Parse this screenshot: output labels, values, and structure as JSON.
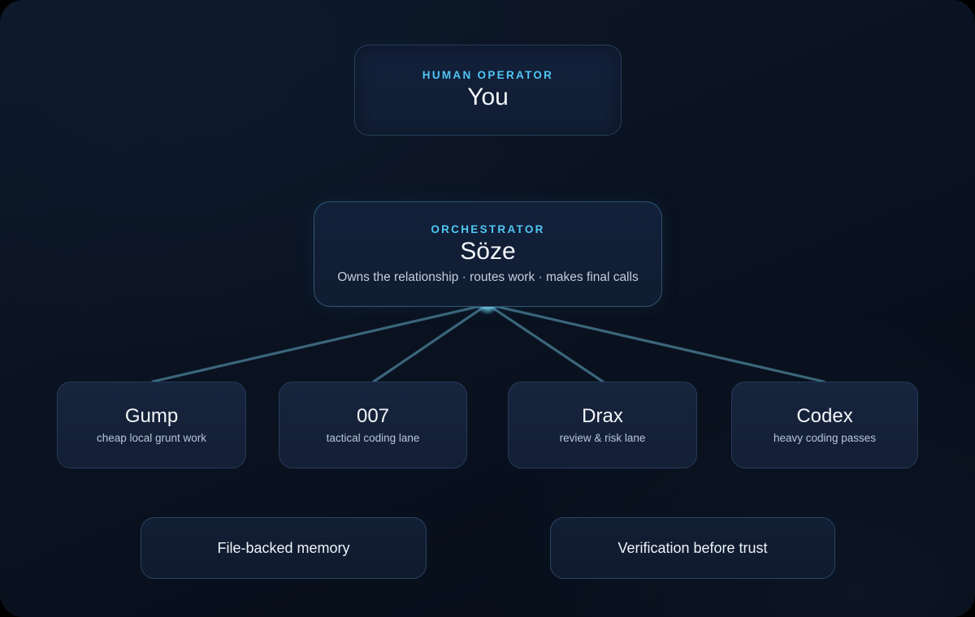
{
  "diagram": {
    "background_color": "#0a1220",
    "accent_color": "#4fc7f5",
    "wire_color": "#3d6b80",
    "hub_glow_color": "#7fdcf7"
  },
  "operator": {
    "eyebrow": "HUMAN OPERATOR",
    "title": "You"
  },
  "orchestrator": {
    "eyebrow": "ORCHESTRATOR",
    "title": "Söze",
    "subtitle": "Owns the relationship · routes work · makes final calls"
  },
  "agents": [
    {
      "name": "Gump",
      "role": "cheap local grunt work"
    },
    {
      "name": "007",
      "role": "tactical coding lane"
    },
    {
      "name": "Drax",
      "role": "review & risk lane"
    },
    {
      "name": "Codex",
      "role": "heavy coding passes"
    }
  ],
  "principles": [
    {
      "label": "File-backed memory"
    },
    {
      "label": "Verification before trust"
    }
  ]
}
